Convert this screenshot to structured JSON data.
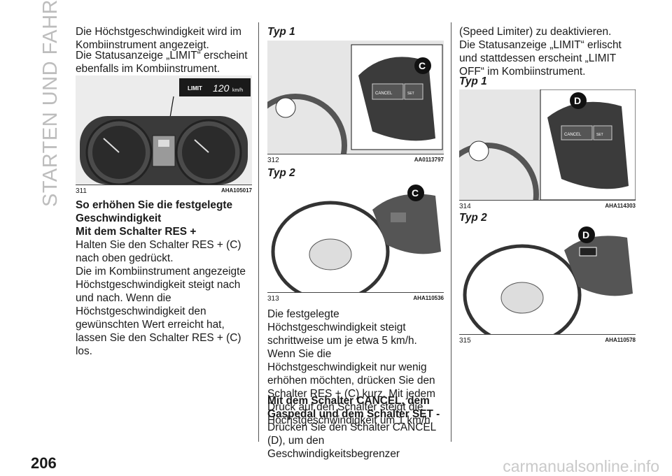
{
  "side_title": "STARTEN UND FAHREN",
  "page_number": "206",
  "watermark": "carmanualsonline.info",
  "col1": {
    "p1": "Die Höchstgeschwindigkeit wird im Kombiinstrument angezeigt.",
    "p2": "Die Statusanzeige „LIMIT“ erscheint ebenfalls im Kombiinstrument.",
    "fig311": {
      "num": "311",
      "code": "AHA105017",
      "limit": "LIMIT",
      "speed": "120",
      "unit": "km/h"
    },
    "h1": "So erhöhen Sie die festgelegte Geschwindigkeit",
    "h2": "Mit dem Schalter RES +",
    "p3": "Halten Sie den Schalter RES + (C) nach oben gedrückt.",
    "p4": "Die im Kombiinstrument angezeigte Höchstgeschwindigkeit steigt nach und nach. Wenn die Höchstgeschwindigkeit den gewünschten Wert erreicht hat, lassen Sie den Schalter RES + (C) los."
  },
  "col2": {
    "typ1": "Typ 1",
    "fig312": {
      "num": "312",
      "code": "AA0113797",
      "label": "C",
      "cancel": "CANCEL",
      "set": "SET"
    },
    "typ2": "Typ 2",
    "fig313": {
      "num": "313",
      "code": "AHA110536",
      "label": "C"
    },
    "p1": "Die festgelegte Höchstgeschwindigkeit steigt schrittweise um je etwa 5 km/h. Wenn Sie die Höchstgeschwindigkeit nur wenig erhöhen möchten, drücken Sie den Schalter RES + (C) kurz. Mit jedem Druck auf den Schalter steigt die Höchstgeschwindigkeit um 1 km/h.",
    "h1": "Mit dem Schalter CANCEL, dem Gaspedal und dem Schalter SET -",
    "p2": "Drücken Sie den Schalter CANCEL (D), um den Geschwindigkeitsbegrenzer"
  },
  "col3": {
    "p1": "(Speed Limiter) zu deaktivieren.",
    "p2": "Die Statusanzeige „LIMIT“ erlischt und stattdessen erscheint „LIMIT OFF“ im Kombiinstrument.",
    "typ1": "Typ 1",
    "fig314": {
      "num": "314",
      "code": "AHA114303",
      "label": "D",
      "cancel": "CANCEL",
      "set": "SET"
    },
    "typ2": "Typ 2",
    "fig315": {
      "num": "315",
      "code": "AHA110578",
      "label": "D"
    }
  }
}
